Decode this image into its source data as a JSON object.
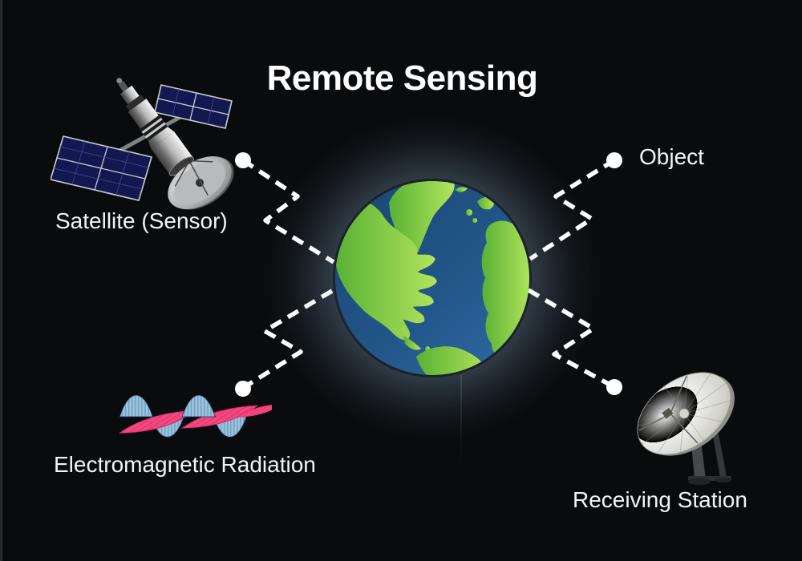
{
  "title": "Remote Sensing",
  "labels": {
    "satellite": "Satellite (Sensor)",
    "object": "Object",
    "electromagnetic_radiation": "Electromagnetic Radiation",
    "receiving_station": "Receiving Station"
  },
  "icons": {
    "satellite": "satellite-3d-icon",
    "earth": "earth-globe-icon",
    "em_wave": "electromagnetic-wave-icon",
    "receiving_dish": "receiving-dish-icon",
    "connector": "connector-dot"
  },
  "colors": {
    "background": "#0a0b0d",
    "title_text": "#ffffff",
    "label_text": "#f2f3f4",
    "beam": "#ffffff",
    "earth_ocean": "#1e4e80",
    "earth_land": "#7dc943",
    "wave_blue": "#9dc3dd",
    "wave_pink": "#f4487f",
    "solar_panel": "#141850"
  }
}
